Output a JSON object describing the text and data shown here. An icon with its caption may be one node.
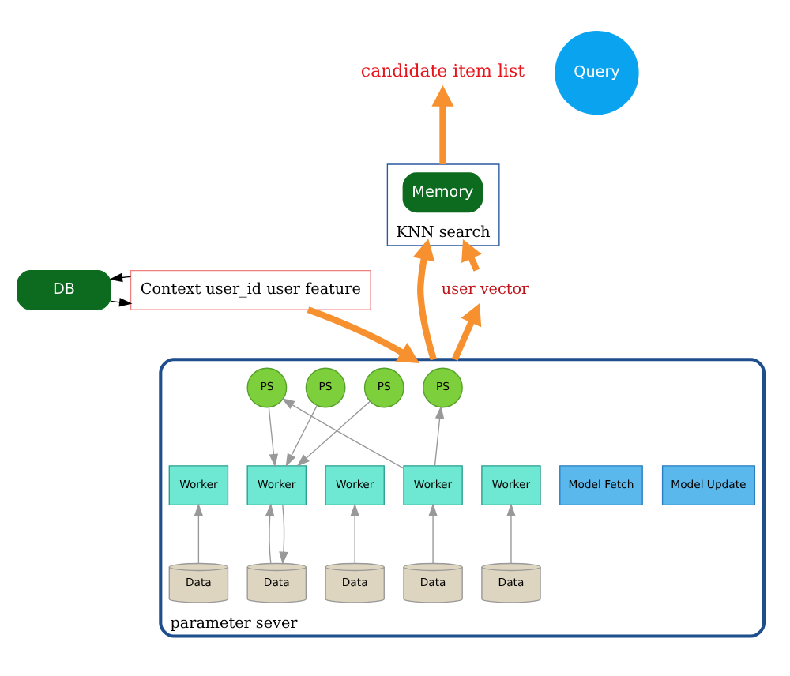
{
  "diagram": {
    "nodes": [
      {
        "text": [
          "candidate item list"
        ]
      },
      {
        "text": [
          "Query"
        ]
      },
      {
        "text": [
          "KNN search"
        ]
      },
      {
        "text": [
          "Memory"
        ],
        "in": 2
      },
      {
        "text": [
          "DB"
        ]
      },
      {
        "text": [
          "Context user_id user feature"
        ]
      },
      {
        "text": [
          "user vector"
        ]
      },
      {
        "text": [
          "parameter sever"
        ]
      },
      {
        "text": [
          "Model Update"
        ],
        "in": 7
      },
      {
        "text": [
          "PS"
        ],
        "in": 7
      },
      {
        "text": [
          "PS"
        ],
        "in": 7
      },
      {
        "text": [
          "PS"
        ],
        "in": 7
      },
      {
        "text": [
          "PS"
        ],
        "in": 7
      },
      {
        "text": [
          "Model Fetch"
        ],
        "in": 7
      },
      {
        "text": [
          "Worker"
        ],
        "in": 7
      },
      {
        "text": [
          "Worker"
        ],
        "in": 7
      },
      {
        "text": [
          "Worker"
        ],
        "in": 7
      },
      {
        "text": [
          "Worker"
        ],
        "in": 7
      },
      {
        "text": [
          "Worker"
        ],
        "in": 7
      },
      {
        "text": [
          "Data"
        ],
        "in": 7
      },
      {
        "text": [
          "Data"
        ],
        "in": 7
      },
      {
        "text": [
          "Data"
        ],
        "in": 7
      },
      {
        "text": [
          "Data"
        ],
        "in": 7
      },
      {
        "text": [
          "Data"
        ],
        "in": 7
      }
    ],
    "edges": [
      {
        "from": 2,
        "to": 0,
        "arrow": "to",
        "style": "thick",
        "color": "#f7902f"
      },
      {
        "from": 5,
        "to": 4,
        "arrow": "to",
        "color": "#000000"
      },
      {
        "from": 4,
        "to": 5,
        "arrow": "to",
        "color": "#000000"
      },
      {
        "from": 5,
        "to": 7,
        "arrow": "to",
        "style": "thick",
        "color": "#f7902f"
      },
      {
        "from": 7,
        "to": 6,
        "arrow": "to",
        "style": "thick",
        "color": "#f7902f"
      },
      {
        "from": 6,
        "to": 2,
        "arrow": "to",
        "style": "thick",
        "color": "#f7902f"
      },
      {
        "from": 7,
        "to": 2,
        "arrow": "to",
        "style": "thick",
        "color": "#f7902f"
      },
      {
        "from": 15,
        "to": 9,
        "arrow": "to"
      },
      {
        "from": 15,
        "to": 10,
        "arrow": "to"
      },
      {
        "from": 10,
        "to": 17,
        "arrow": "to"
      },
      {
        "from": 11,
        "to": 17,
        "arrow": "to"
      },
      {
        "from": 12,
        "to": 17,
        "arrow": "to"
      },
      {
        "from": 19,
        "to": 14,
        "arrow": "to"
      },
      {
        "from": 20,
        "to": 15,
        "arrow": "to"
      },
      {
        "from": 21,
        "to": 16,
        "arrow": "to"
      },
      {
        "from": 22,
        "to": 17,
        "arrow": "to"
      },
      {
        "from": 17,
        "to": 22,
        "arrow": "to"
      },
      {
        "from": 23,
        "to": 18,
        "arrow": "to"
      }
    ]
  }
}
